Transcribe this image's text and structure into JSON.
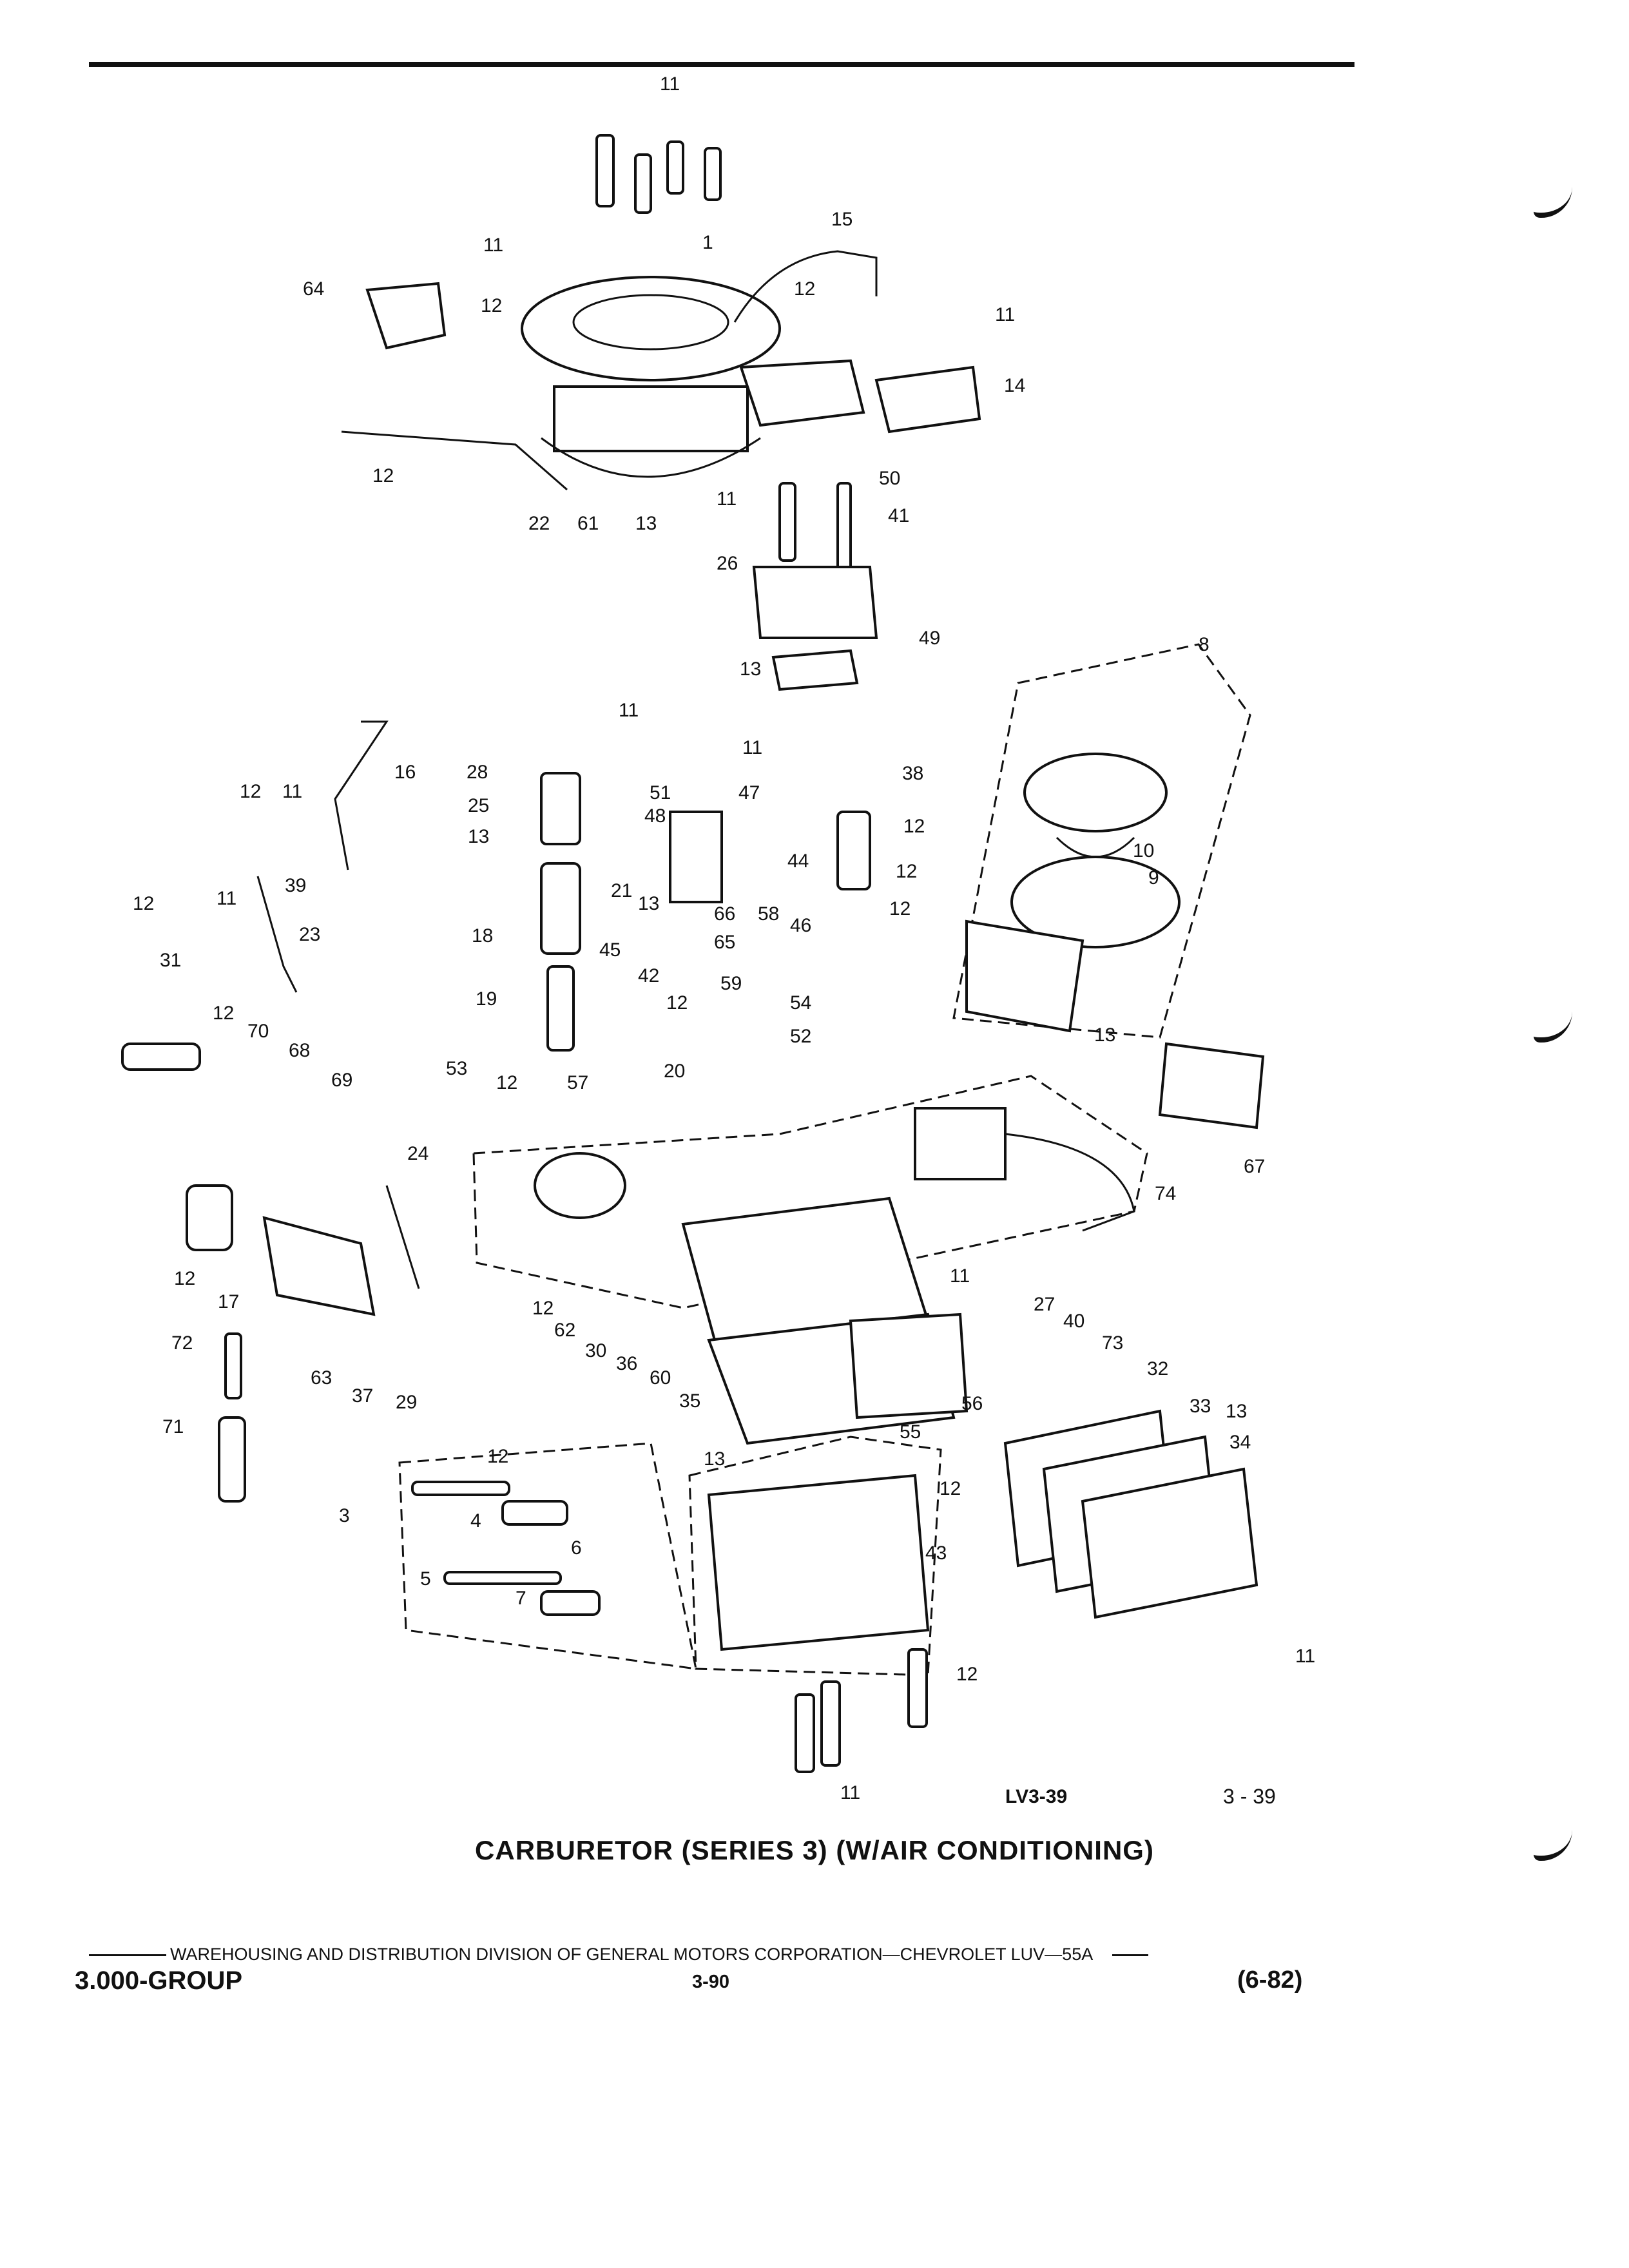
{
  "figure": {
    "title": "CARBURETOR (SERIES 3) (W/AIR CONDITIONING)",
    "code": "LV3-39",
    "number": "3 - 39"
  },
  "footer": {
    "line": "WAREHOUSING AND DISTRIBUTION  DIVISION OF GENERAL MOTORS CORPORATION—CHEVROLET LUV—55A",
    "group": "3.000-GROUP",
    "page": "3-90",
    "date": "(6-82)"
  },
  "callouts": [
    "11",
    "1",
    "15",
    "64",
    "11",
    "12",
    "12",
    "11",
    "14",
    "12",
    "22",
    "61",
    "13",
    "11",
    "50",
    "41",
    "26",
    "49",
    "13",
    "8",
    "11",
    "11",
    "16",
    "28",
    "51",
    "47",
    "25",
    "48",
    "38",
    "12",
    "11",
    "13",
    "12",
    "39",
    "10",
    "44",
    "12",
    "9",
    "21",
    "12",
    "11",
    "12",
    "23",
    "66",
    "58",
    "46",
    "13",
    "18",
    "65",
    "31",
    "45",
    "42",
    "59",
    "54",
    "19",
    "12",
    "52",
    "12",
    "70",
    "68",
    "69",
    "12",
    "57",
    "20",
    "13",
    "53",
    "67",
    "24",
    "74",
    "12",
    "11",
    "17",
    "12",
    "27",
    "72",
    "40",
    "63",
    "62",
    "30",
    "36",
    "73",
    "37",
    "29",
    "60",
    "32",
    "35",
    "56",
    "33",
    "71",
    "12",
    "55",
    "13",
    "13",
    "34",
    "3",
    "4",
    "6",
    "12",
    "43",
    "5",
    "7",
    "11",
    "12",
    "11"
  ]
}
